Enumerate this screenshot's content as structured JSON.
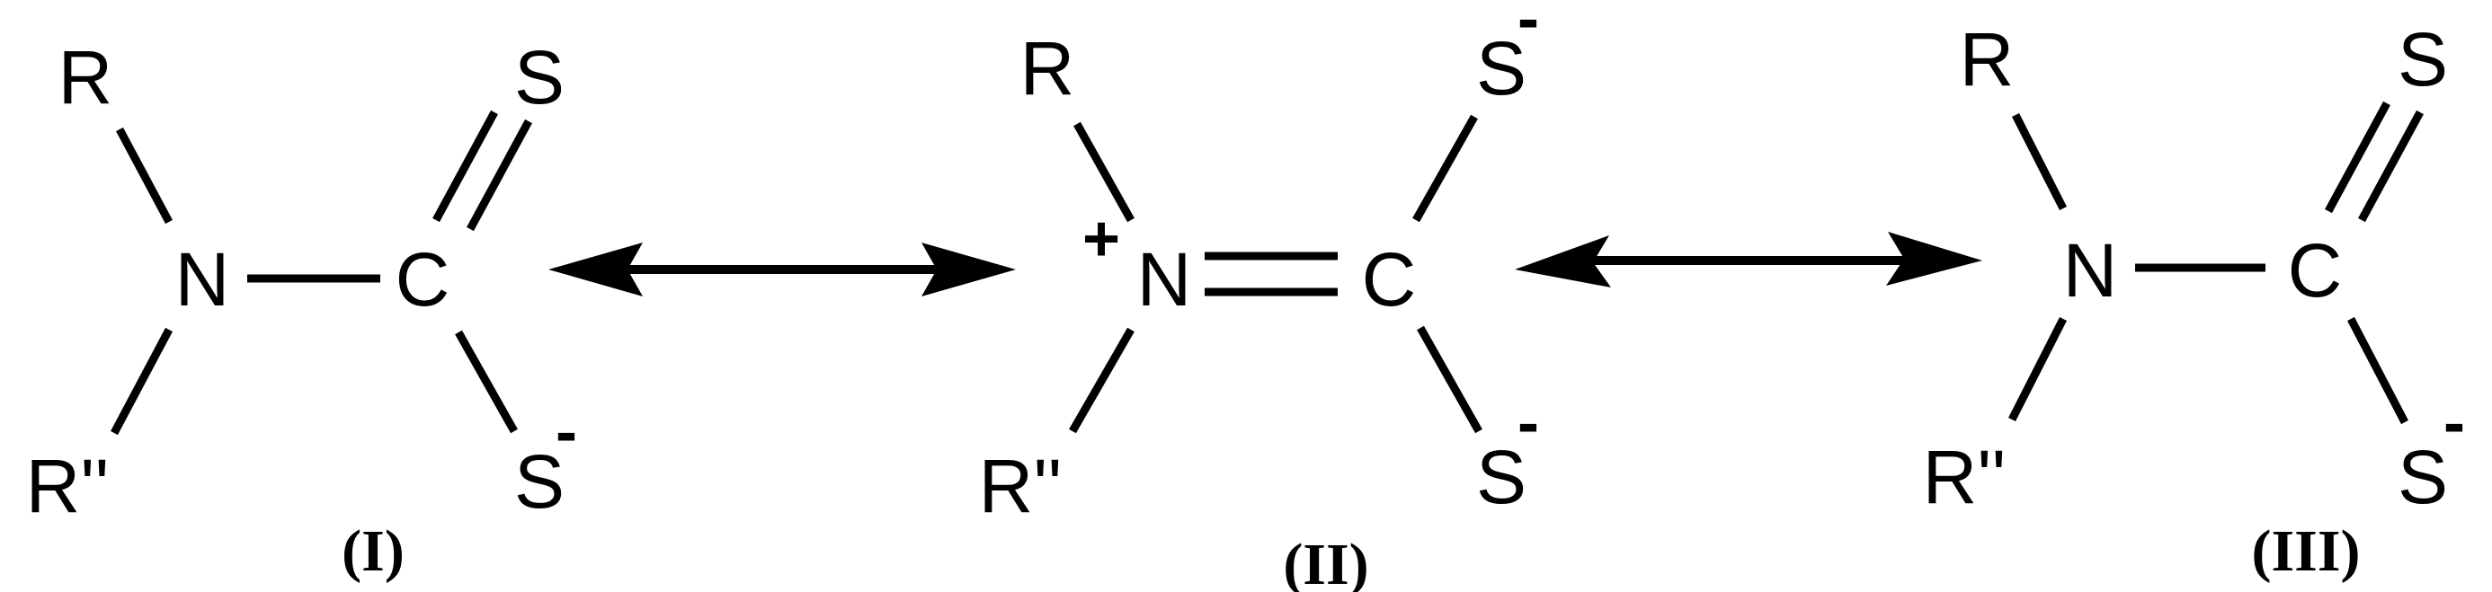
{
  "structures": [
    {
      "caption": "(I)",
      "atoms": {
        "r_top": "R",
        "r_bottom": "R''",
        "nitrogen": "N",
        "carbon": "C",
        "s_top": "S",
        "s_bottom": "S"
      },
      "charges": {
        "s_bottom": "-"
      }
    },
    {
      "caption": "(II)",
      "atoms": {
        "r_top": "R",
        "r_bottom": "R''",
        "nitrogen": "N",
        "carbon": "C",
        "s_top": "S",
        "s_bottom": "S"
      },
      "charges": {
        "nitrogen": "+",
        "s_top": "-",
        "s_bottom": "-"
      }
    },
    {
      "caption": "(III)",
      "atoms": {
        "r_top": "R",
        "r_bottom": "R''",
        "nitrogen": "N",
        "carbon": "C",
        "s_top": "S",
        "s_bottom": "S"
      },
      "charges": {
        "s_bottom": "-"
      }
    }
  ]
}
